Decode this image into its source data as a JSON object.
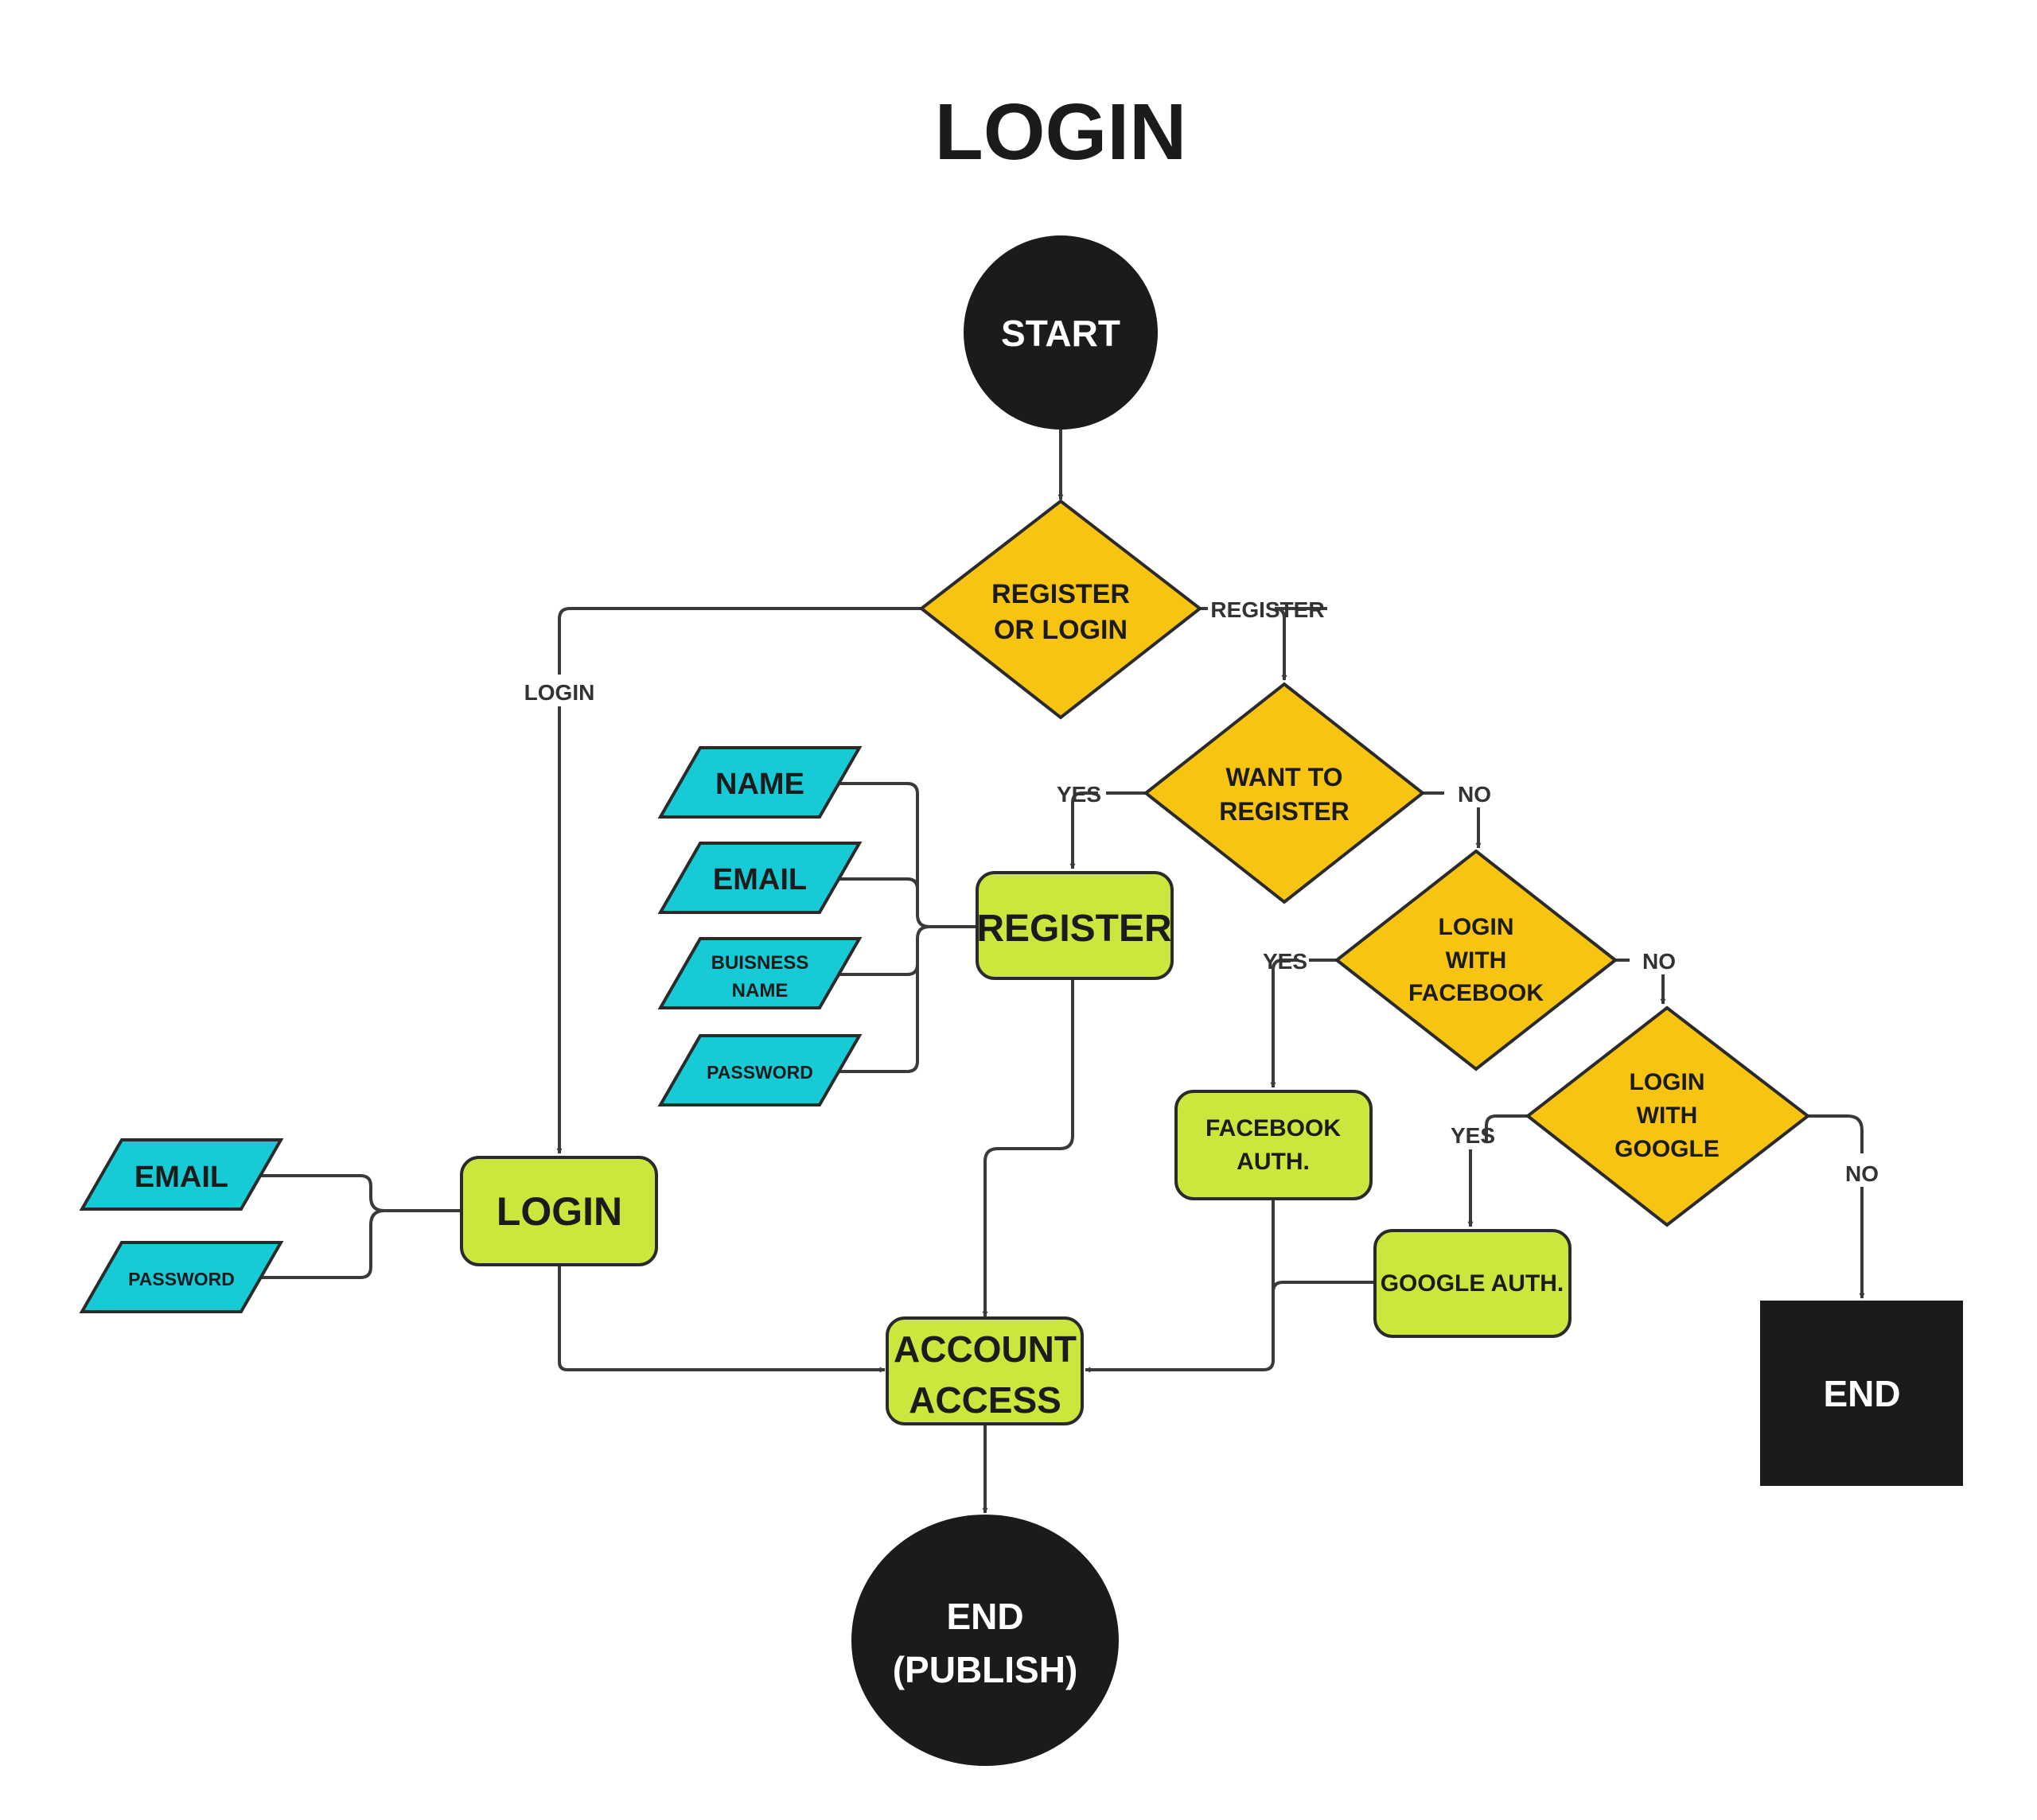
{
  "title": "LOGIN",
  "colors": {
    "terminal": "#1b1b1b",
    "decision": "#f7c412",
    "process": "#cde63e",
    "data": "#16cbd6",
    "line": "#3a3a3a"
  },
  "nodes": {
    "start": "START",
    "register_or_login": [
      "REGISTER",
      "OR LOGIN"
    ],
    "want_to_register": [
      "WANT TO",
      "REGISTER"
    ],
    "login_with_facebook": [
      "LOGIN",
      "WITH",
      "FACEBOOK"
    ],
    "login_with_google": [
      "LOGIN",
      "WITH",
      "GOOGLE"
    ],
    "register": "REGISTER",
    "login": "LOGIN",
    "facebook_auth": [
      "FACEBOOK",
      "AUTH."
    ],
    "google_auth": "GOOGLE AUTH.",
    "account_access": [
      "ACCOUNT",
      "ACCESS"
    ],
    "end_publish": [
      "END",
      "(PUBLISH)"
    ],
    "end": "END",
    "reg_name": "NAME",
    "reg_email": "EMAIL",
    "reg_business_name": [
      "BUISNESS",
      "NAME"
    ],
    "reg_password": "PASSWORD",
    "login_email": "EMAIL",
    "login_password": "PASSWORD"
  },
  "edge_labels": {
    "login": "LOGIN",
    "register": "REGISTER",
    "want_yes": "YES",
    "want_no": "NO",
    "facebook_yes": "YES",
    "facebook_no": "NO",
    "google_yes": "YES",
    "google_no": "NO"
  }
}
